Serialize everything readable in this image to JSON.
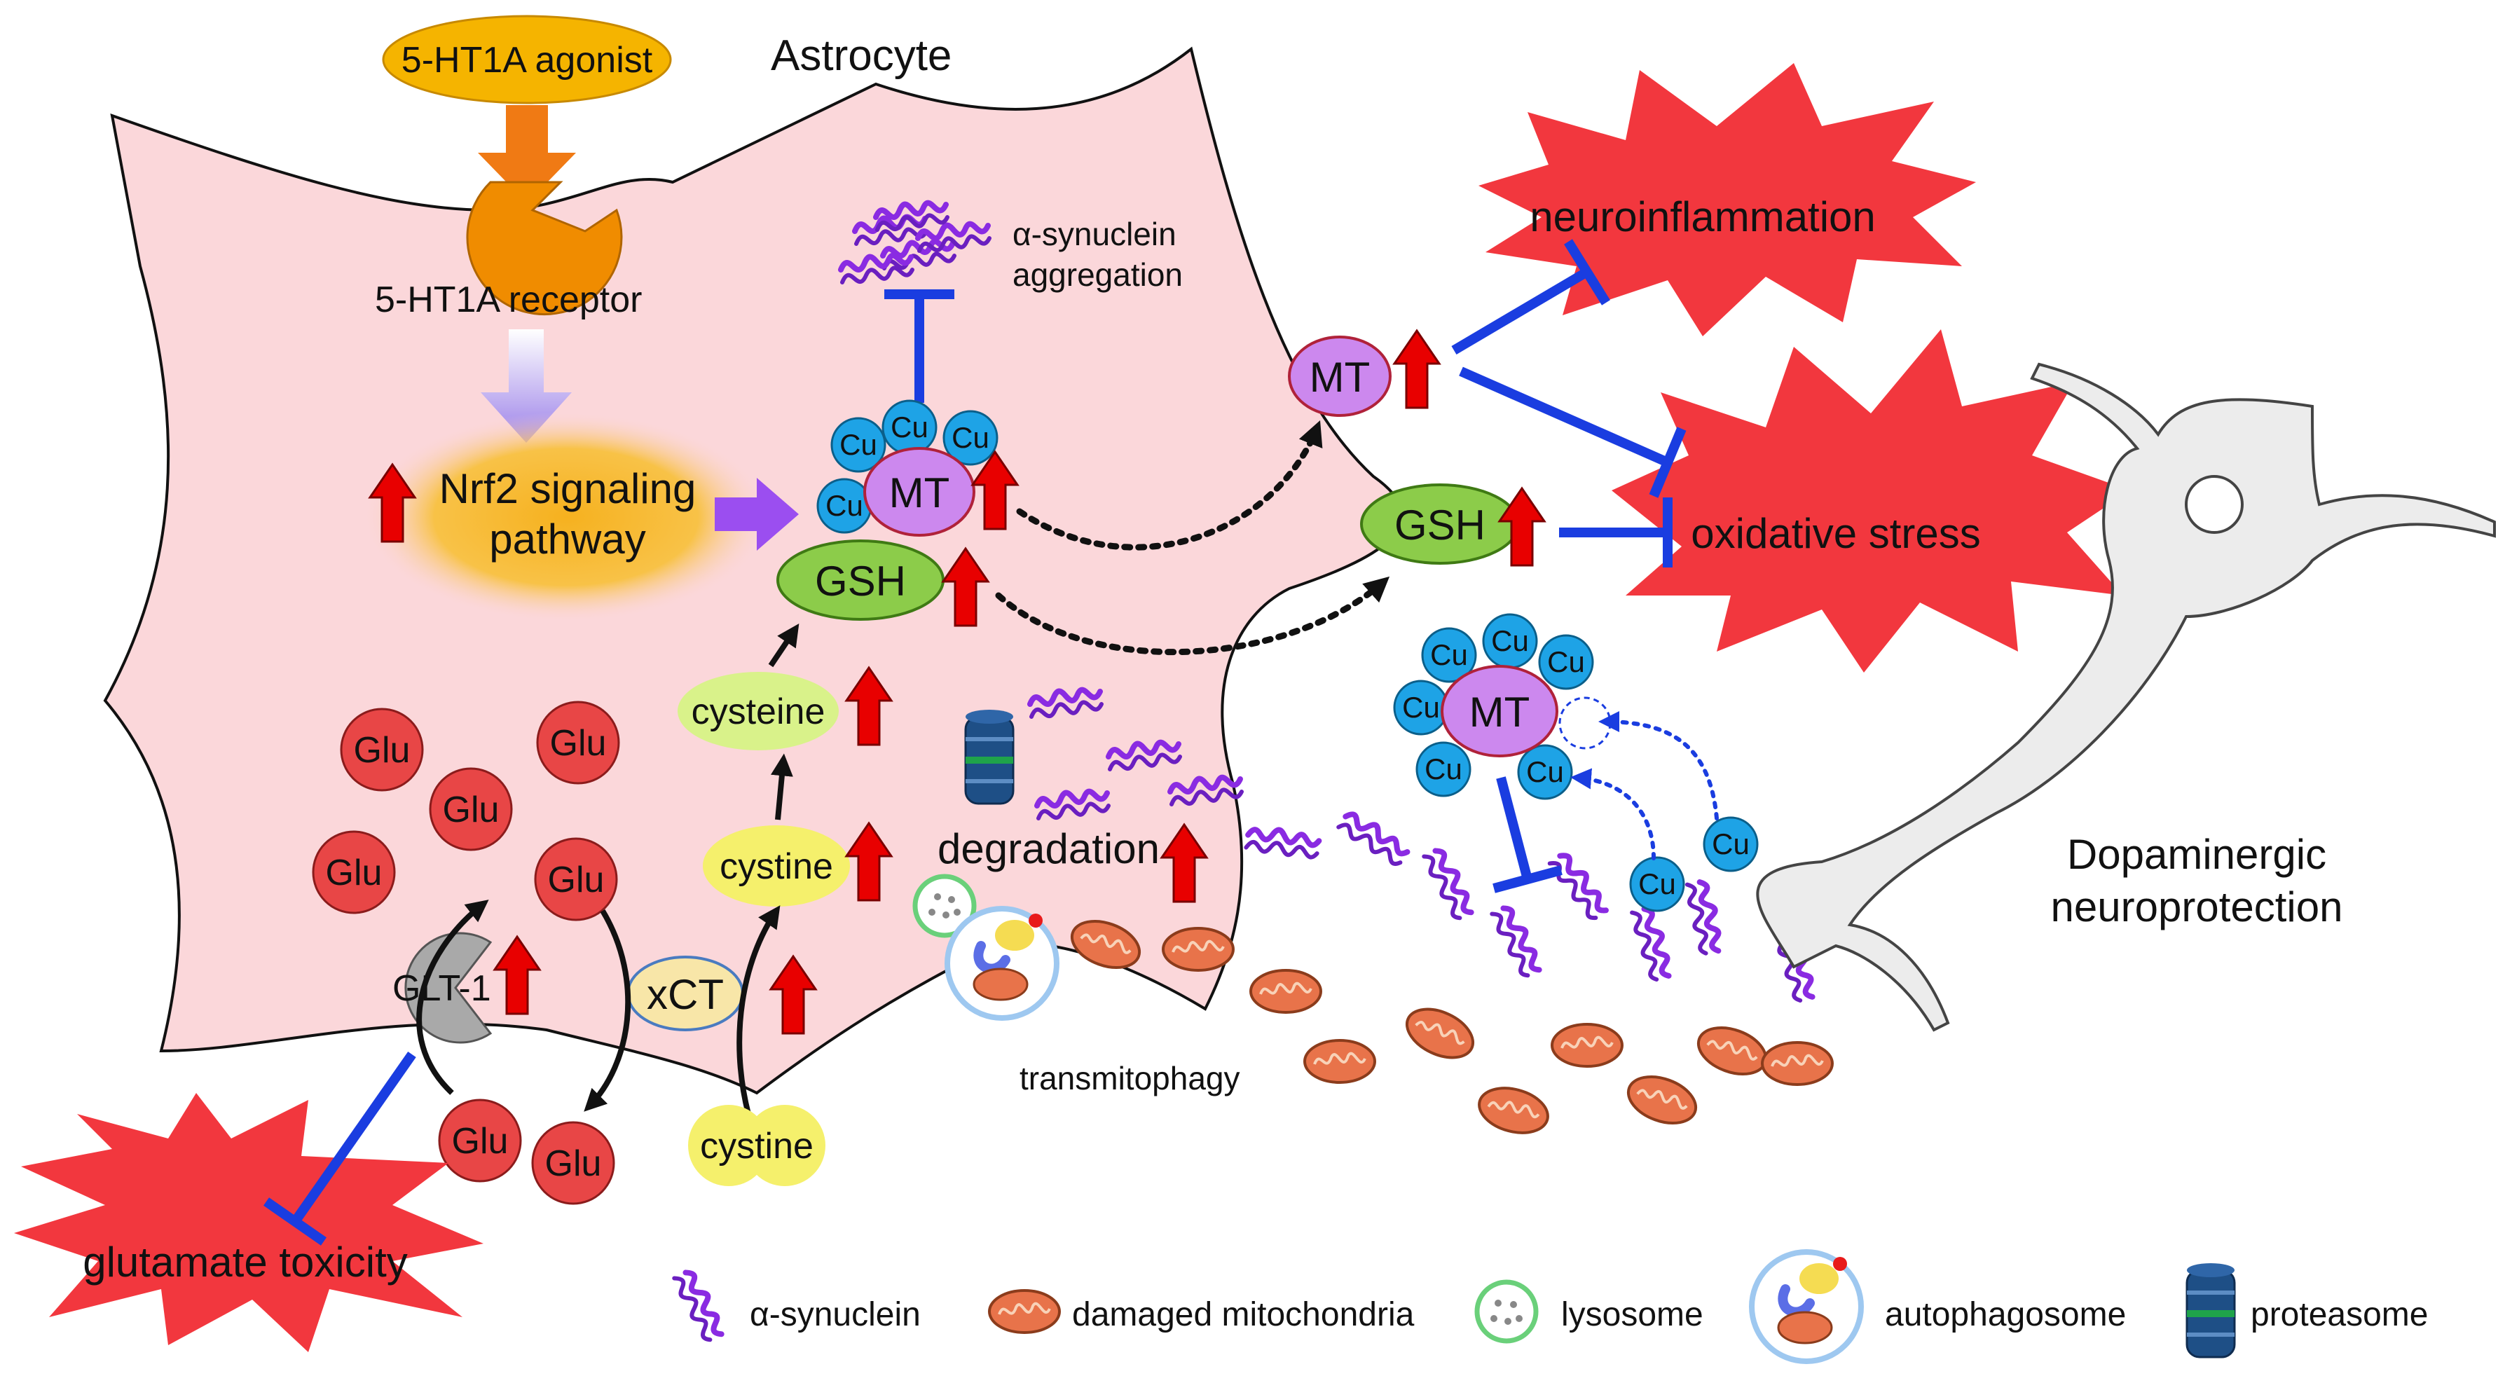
{
  "title": "Astrocyte",
  "neuron_label_line1": "Dopaminergic",
  "neuron_label_line2": "neuroprotection",
  "agonist": "5-HT1A agonist",
  "receptor": "5-HT1A receptor",
  "nrf2_line1": "Nrf2 signaling",
  "nrf2_line2": "pathway",
  "mt": "MT",
  "cu": "Cu",
  "gsh": "GSH",
  "cysteine": "cysteine",
  "cystine": "cystine",
  "glu": "Glu",
  "glt1": "GLT-1",
  "xct": "xCT",
  "asyn_agg_line1": "α-synuclein",
  "asyn_agg_line2": "aggregation",
  "degradation": "degradation",
  "transmitophagy": "transmitophagy",
  "neuroinflammation": "neuroinflammation",
  "oxidative_stress": "oxidative stress",
  "glutamate_toxicity": "glutamate toxicity",
  "legend": {
    "asyn": "α-synuclein",
    "mito": "damaged mitochondria",
    "lysosome": "lysosome",
    "autophagosome": "autophagosome",
    "proteasome": "proteasome"
  },
  "colors": {
    "cell_fill": "#fbd7da",
    "up_arrow": "#e80000",
    "inhibit": "#1a3de0",
    "star": "#f2373e",
    "cu_fill": "#1ea3e6",
    "mt_fill": "#cc88ee",
    "gsh_fill": "#8ccc4a",
    "glu_fill": "#e84646",
    "cystine_fill": "#f5f06c",
    "cysteine_fill": "#d9f28a",
    "agonist_fill": "#f5b400",
    "receptor_fill": "#f08c00",
    "asyn_color": "#8a2be2",
    "mito_fill": "#e8734a"
  }
}
